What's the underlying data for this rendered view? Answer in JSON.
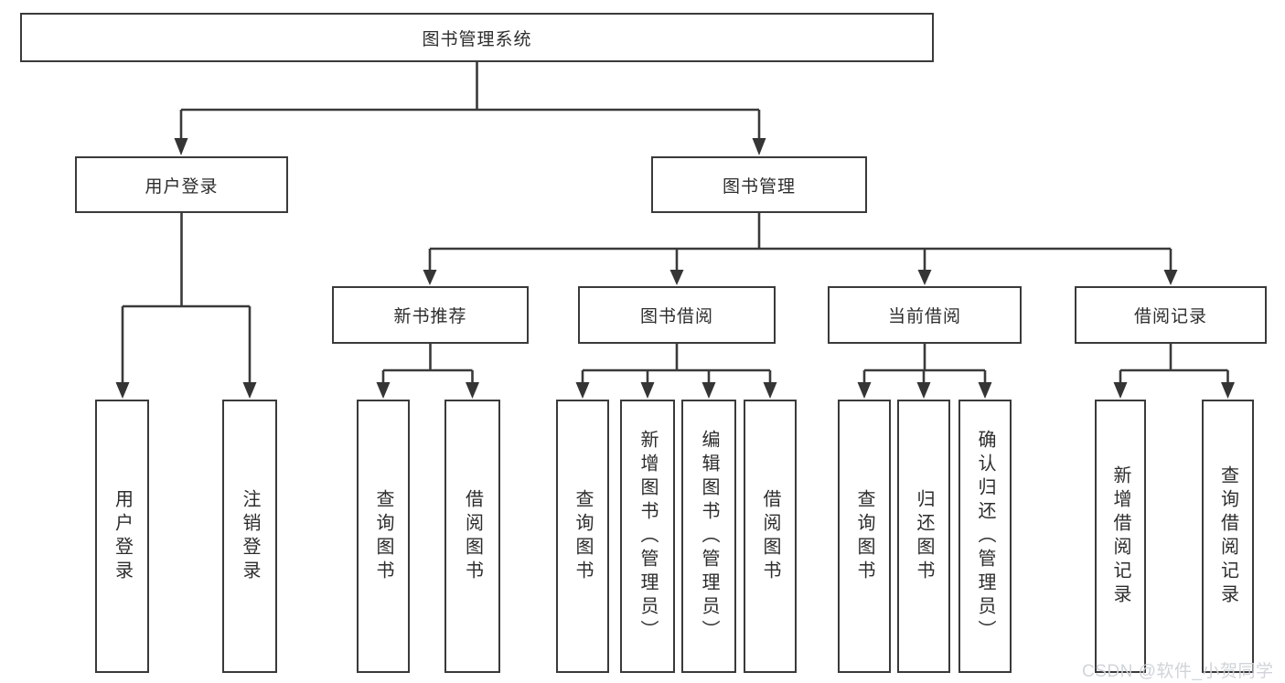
{
  "diagram": {
    "root": {
      "label": "图书管理系统"
    },
    "branches": [
      {
        "label": "用户登录",
        "children": [
          {
            "label": "用户登录"
          },
          {
            "label": "注销登录"
          }
        ]
      },
      {
        "label": "图书管理",
        "children": [
          {
            "label": "新书推荐",
            "children": [
              {
                "label": "查询图书"
              },
              {
                "label": "借阅图书"
              }
            ]
          },
          {
            "label": "图书借阅",
            "children": [
              {
                "label": "查询图书"
              },
              {
                "label": "新增图书（管理员）"
              },
              {
                "label": "编辑图书（管理员）"
              },
              {
                "label": "借阅图书"
              }
            ]
          },
          {
            "label": "当前借阅",
            "children": [
              {
                "label": "查询图书"
              },
              {
                "label": "归还图书"
              },
              {
                "label": "确认归还（管理员）"
              }
            ]
          },
          {
            "label": "借阅记录",
            "children": [
              {
                "label": "新增借阅记录"
              },
              {
                "label": "查询借阅记录"
              }
            ]
          }
        ]
      }
    ]
  },
  "watermark": {
    "text": "CSDN @软件_小贺同学"
  },
  "colors": {
    "line": "#3a3a3a",
    "box_border": "#3a3a3a",
    "box_fill": "#ffffff",
    "text": "#2d2d2d",
    "watermark": "#ced2d7"
  }
}
